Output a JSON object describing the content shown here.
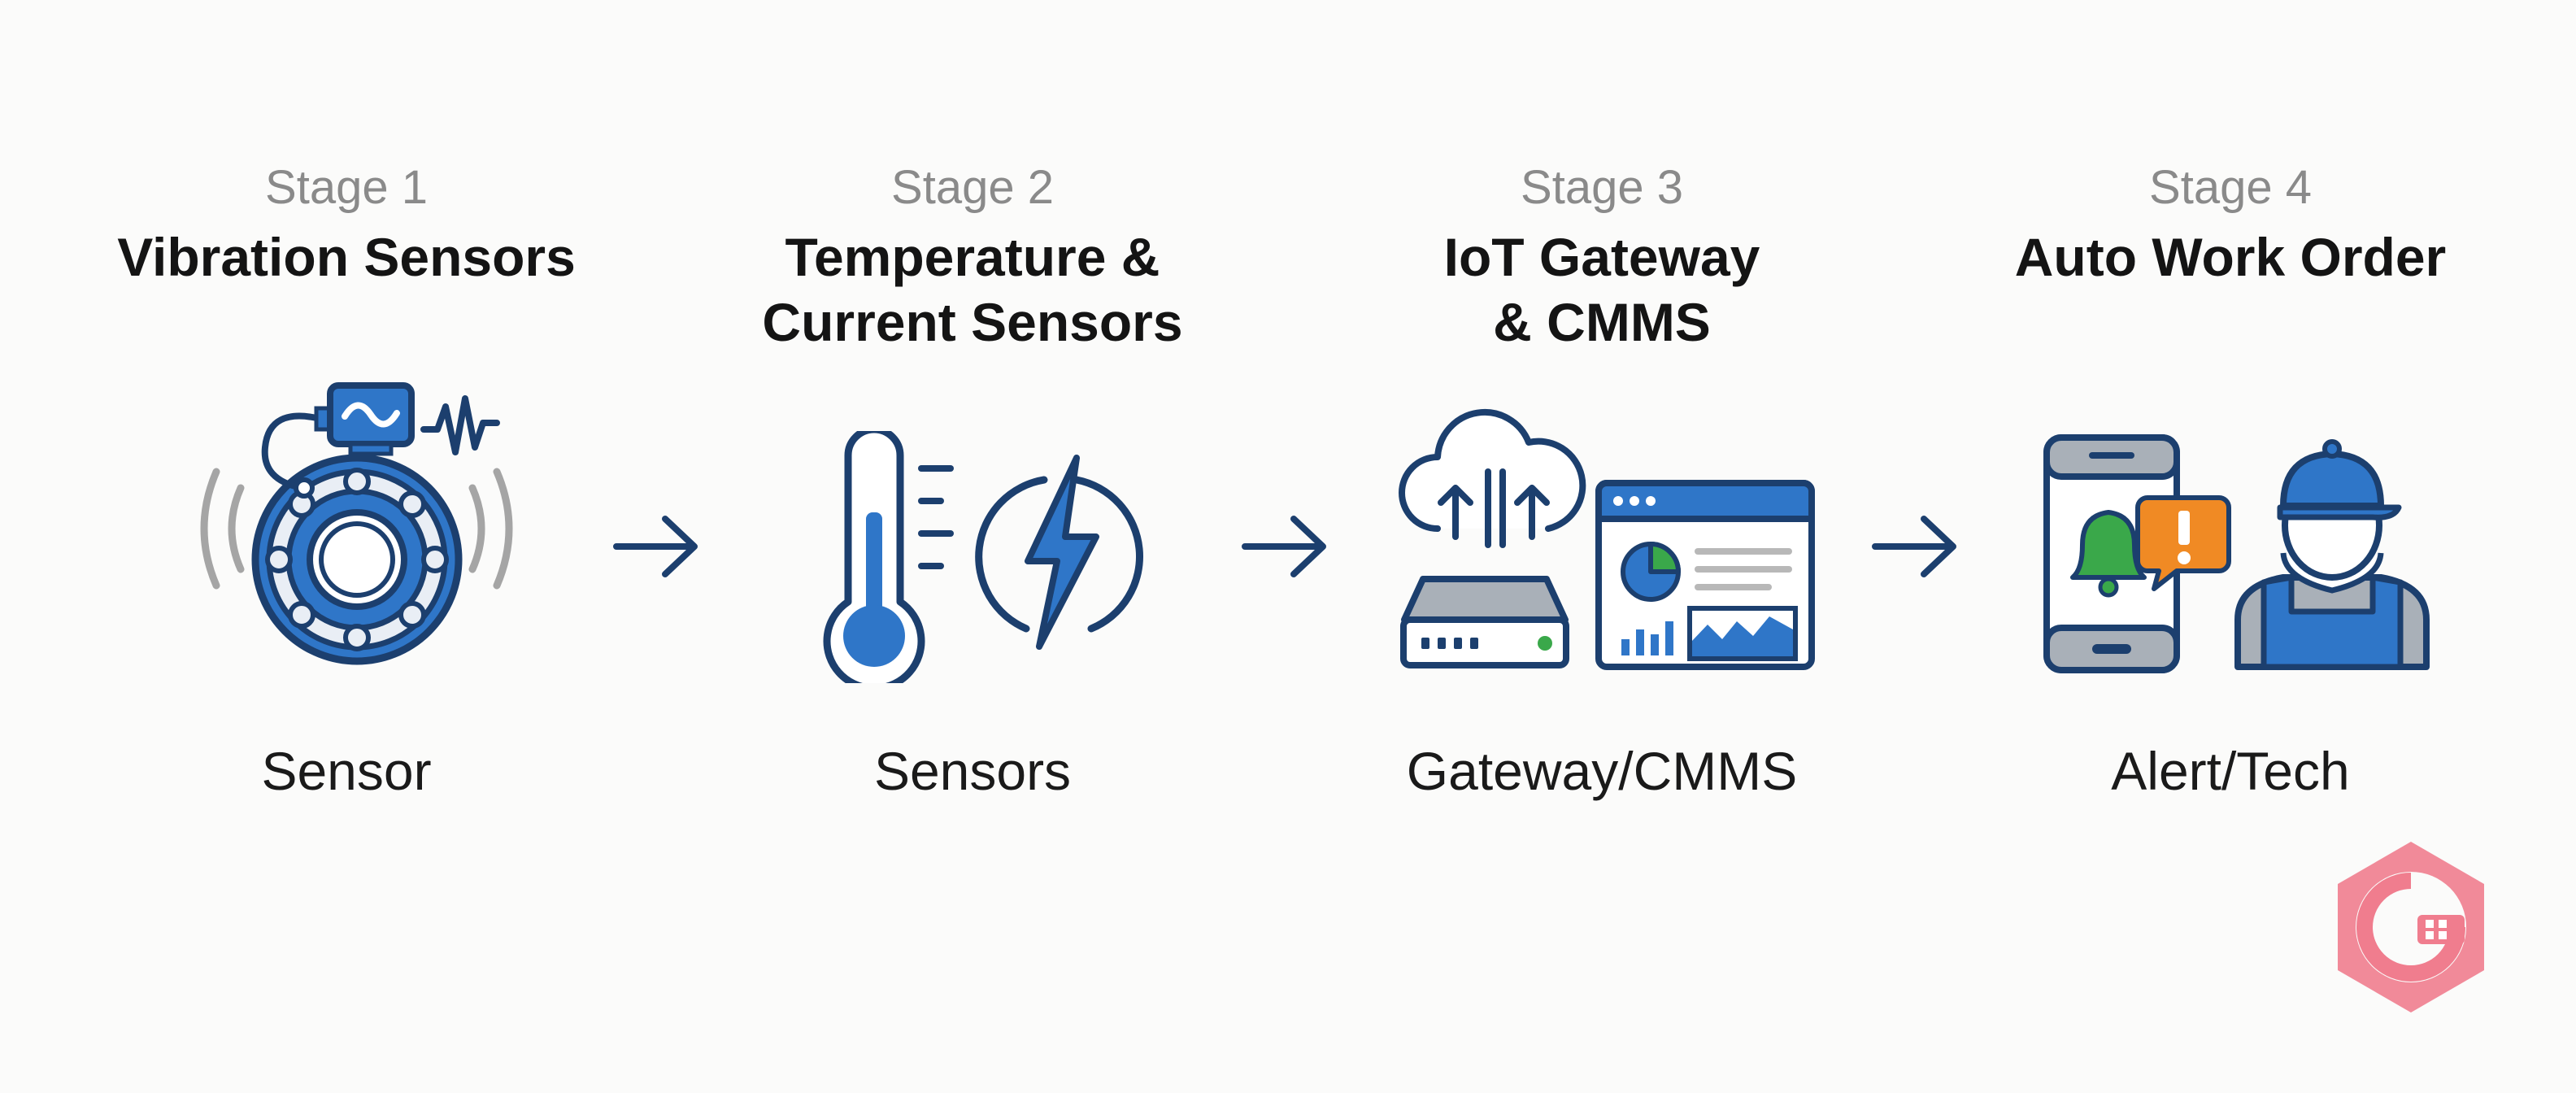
{
  "stages": [
    {
      "number": "Stage 1",
      "title": "Vibration Sensors",
      "caption": "Sensor"
    },
    {
      "number": "Stage 2",
      "title": "Temperature &\nCurrent Sensors",
      "caption": "Sensors"
    },
    {
      "number": "Stage 3",
      "title": "IoT Gateway\n& CMMS",
      "caption": "Gateway/CMMS"
    },
    {
      "number": "Stage 4",
      "title": "Auto Work Order",
      "caption": "Alert/Tech"
    }
  ],
  "icons": {
    "stage1": "vibration-sensor-bearing-icon",
    "stage2": [
      "thermometer-icon",
      "electric-current-icon"
    ],
    "stage3": [
      "cloud-upload-icon",
      "gateway-router-icon",
      "cmms-dashboard-icon"
    ],
    "stage4": [
      "phone-alert-icon",
      "technician-icon"
    ]
  },
  "colors": {
    "navy": "#1c3f6e",
    "blue": "#2f76c8",
    "green": "#3aa84a",
    "orange": "#f08a24",
    "gray": "#9a9a9a",
    "logo_pink": "#f07d8e"
  }
}
